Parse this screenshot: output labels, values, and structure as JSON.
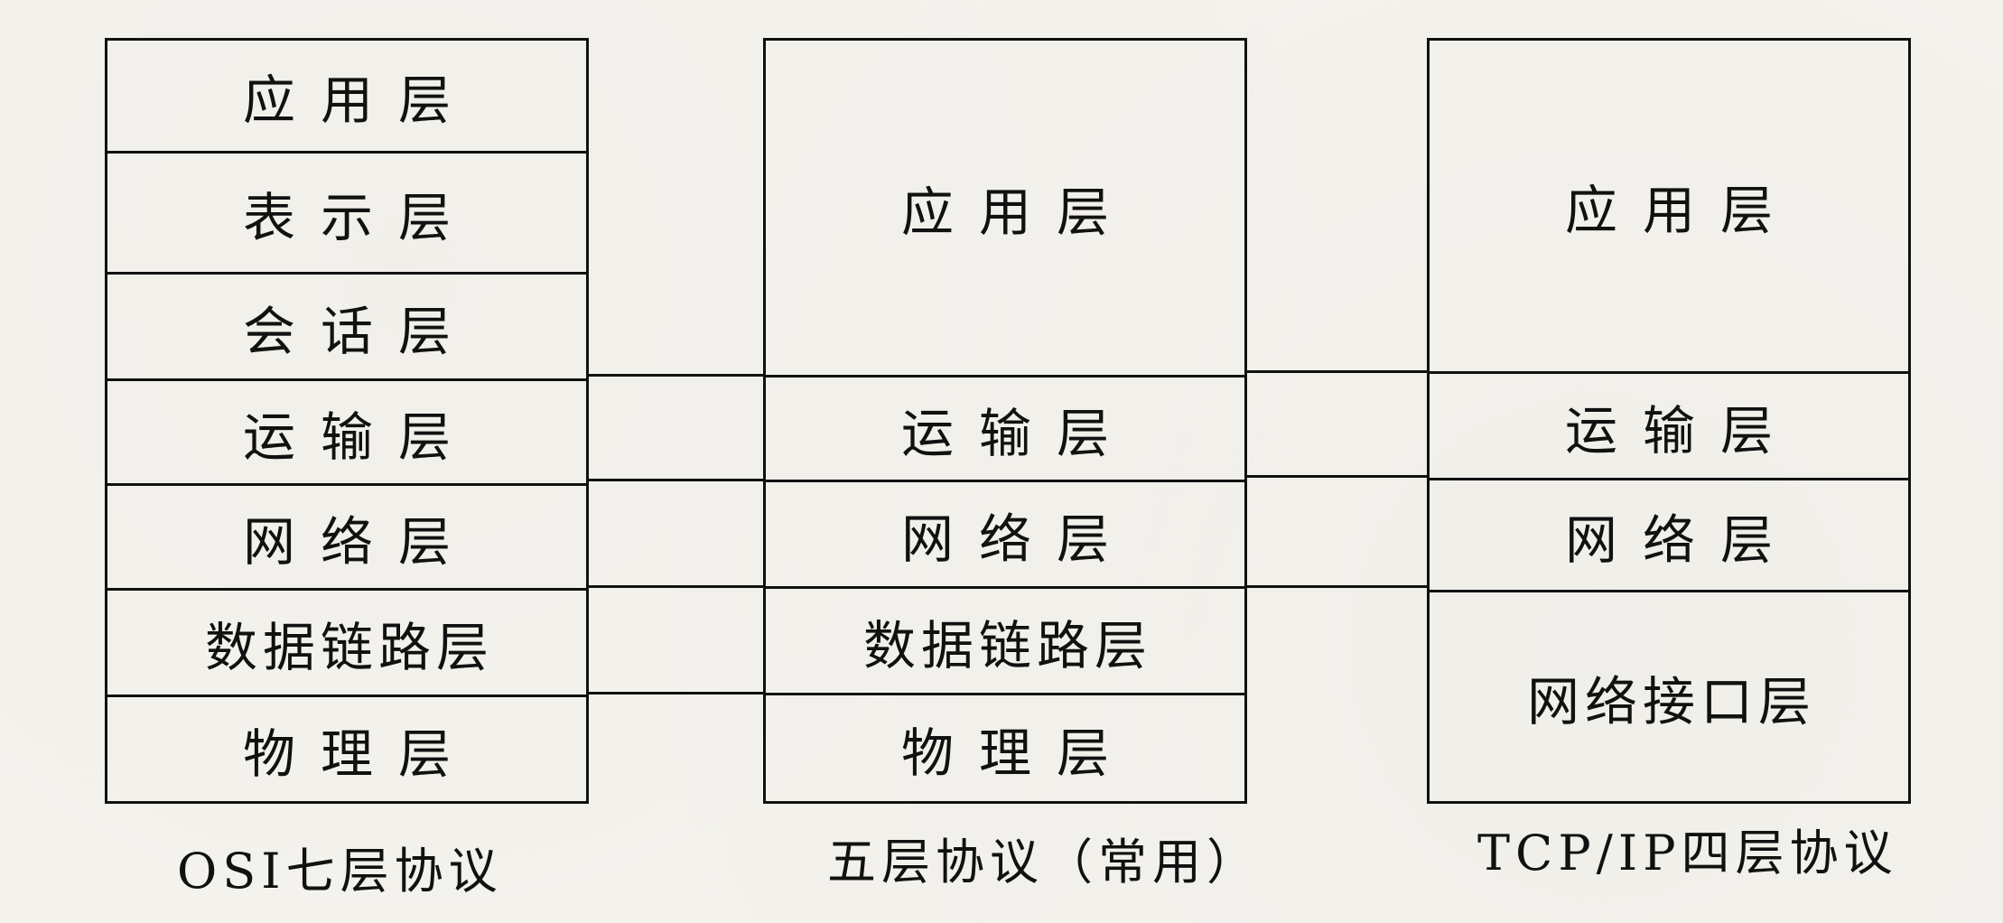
{
  "osi": {
    "caption": "OSI七层协议",
    "layers": [
      "应用层",
      "表示层",
      "会话层",
      "运输层",
      "网络层",
      "数据链路层",
      "物理层"
    ]
  },
  "five": {
    "caption": "五层协议（常用）",
    "layers": [
      "应用层",
      "运输层",
      "网络层",
      "数据链路层",
      "物理层"
    ]
  },
  "tcpip": {
    "caption": "TCP/IP四层协议",
    "layers": [
      "应用层",
      "运输层",
      "网络层",
      "网络接口层"
    ]
  }
}
